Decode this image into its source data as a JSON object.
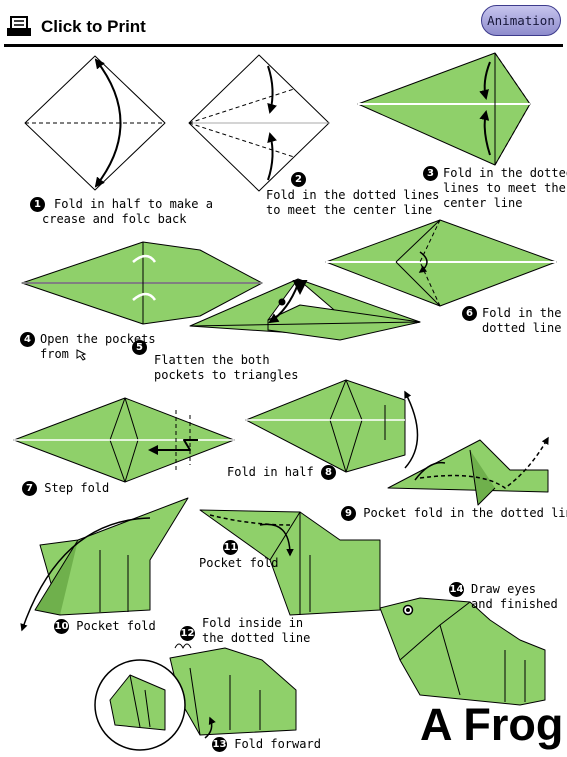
{
  "header": {
    "print_label": "Click to Print",
    "animation_label": "Animation"
  },
  "title": "A Frog",
  "colors": {
    "paper_green": "#8fd06a",
    "paper_dark": "#6fb04c",
    "accent_button": "#a9a7e2",
    "ink": "#000000"
  },
  "steps": [
    {
      "num": "1",
      "text": "Fold in half to make a",
      "text2": "crease and folc back"
    },
    {
      "num": "2",
      "text": "Fold in the dotted lines",
      "text2": "to meet the center line"
    },
    {
      "num": "3",
      "text": "Fold in the dotted",
      "text2": "lines to meet the",
      "text3": "center line"
    },
    {
      "num": "4",
      "text": "Open the pockets",
      "text2": "from"
    },
    {
      "num": "5",
      "text": "Flatten the both",
      "text2": "pockets to triangles"
    },
    {
      "num": "6",
      "text": "Fold in the",
      "text2": "dotted line"
    },
    {
      "num": "7",
      "text": "Step fold"
    },
    {
      "num": "8",
      "text": "Fold in half"
    },
    {
      "num": "9",
      "text": "Pocket fold in the dotted line"
    },
    {
      "num": "10",
      "text": "Pocket fold"
    },
    {
      "num": "11",
      "text": "Pocket fold"
    },
    {
      "num": "12",
      "text": "Fold inside in",
      "text2": "the dotted line"
    },
    {
      "num": "13",
      "text": "Fold forward"
    },
    {
      "num": "14",
      "text": "Draw eyes",
      "text2": "and finished"
    }
  ]
}
